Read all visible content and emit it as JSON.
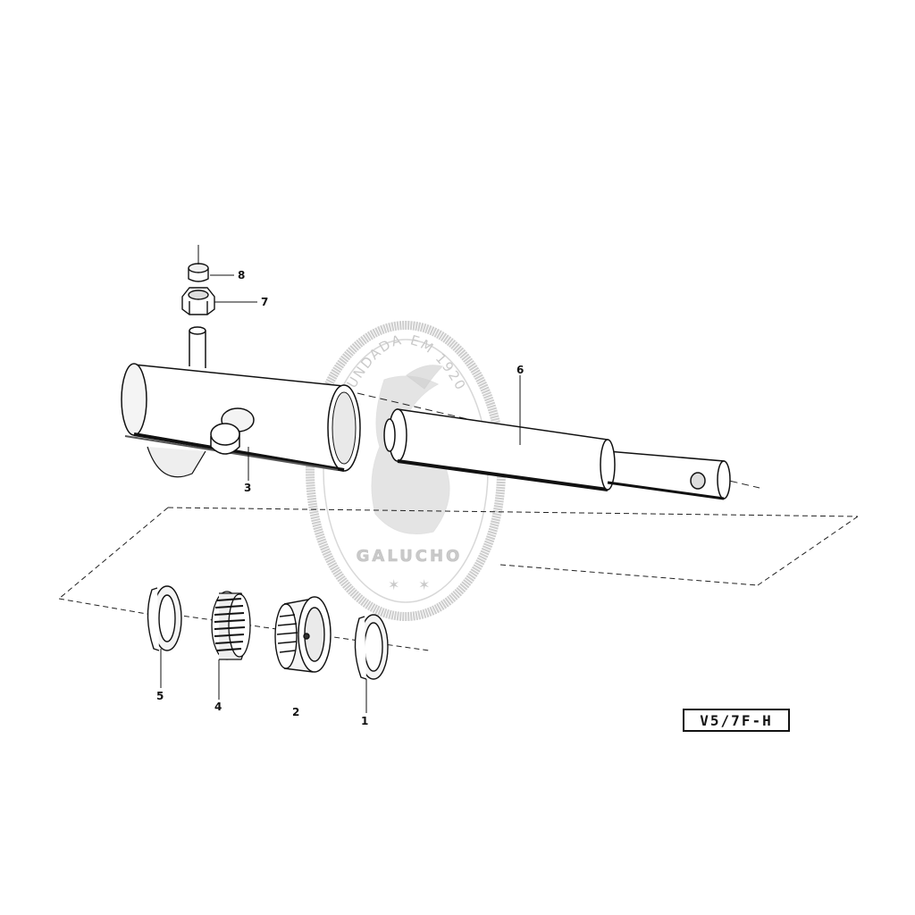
{
  "drawing": {
    "reference_code": "V5/7F-H",
    "callouts": {
      "p1": "1",
      "p2": "2",
      "p3": "3",
      "p4": "4",
      "p5": "5",
      "p6": "6",
      "p7": "7",
      "p8": "8"
    },
    "watermark": {
      "arc_text": "FUNDADA EM 1920",
      "brand": "GALUCHO",
      "color": "#c4c4c4"
    },
    "ink_color": "#111111"
  }
}
